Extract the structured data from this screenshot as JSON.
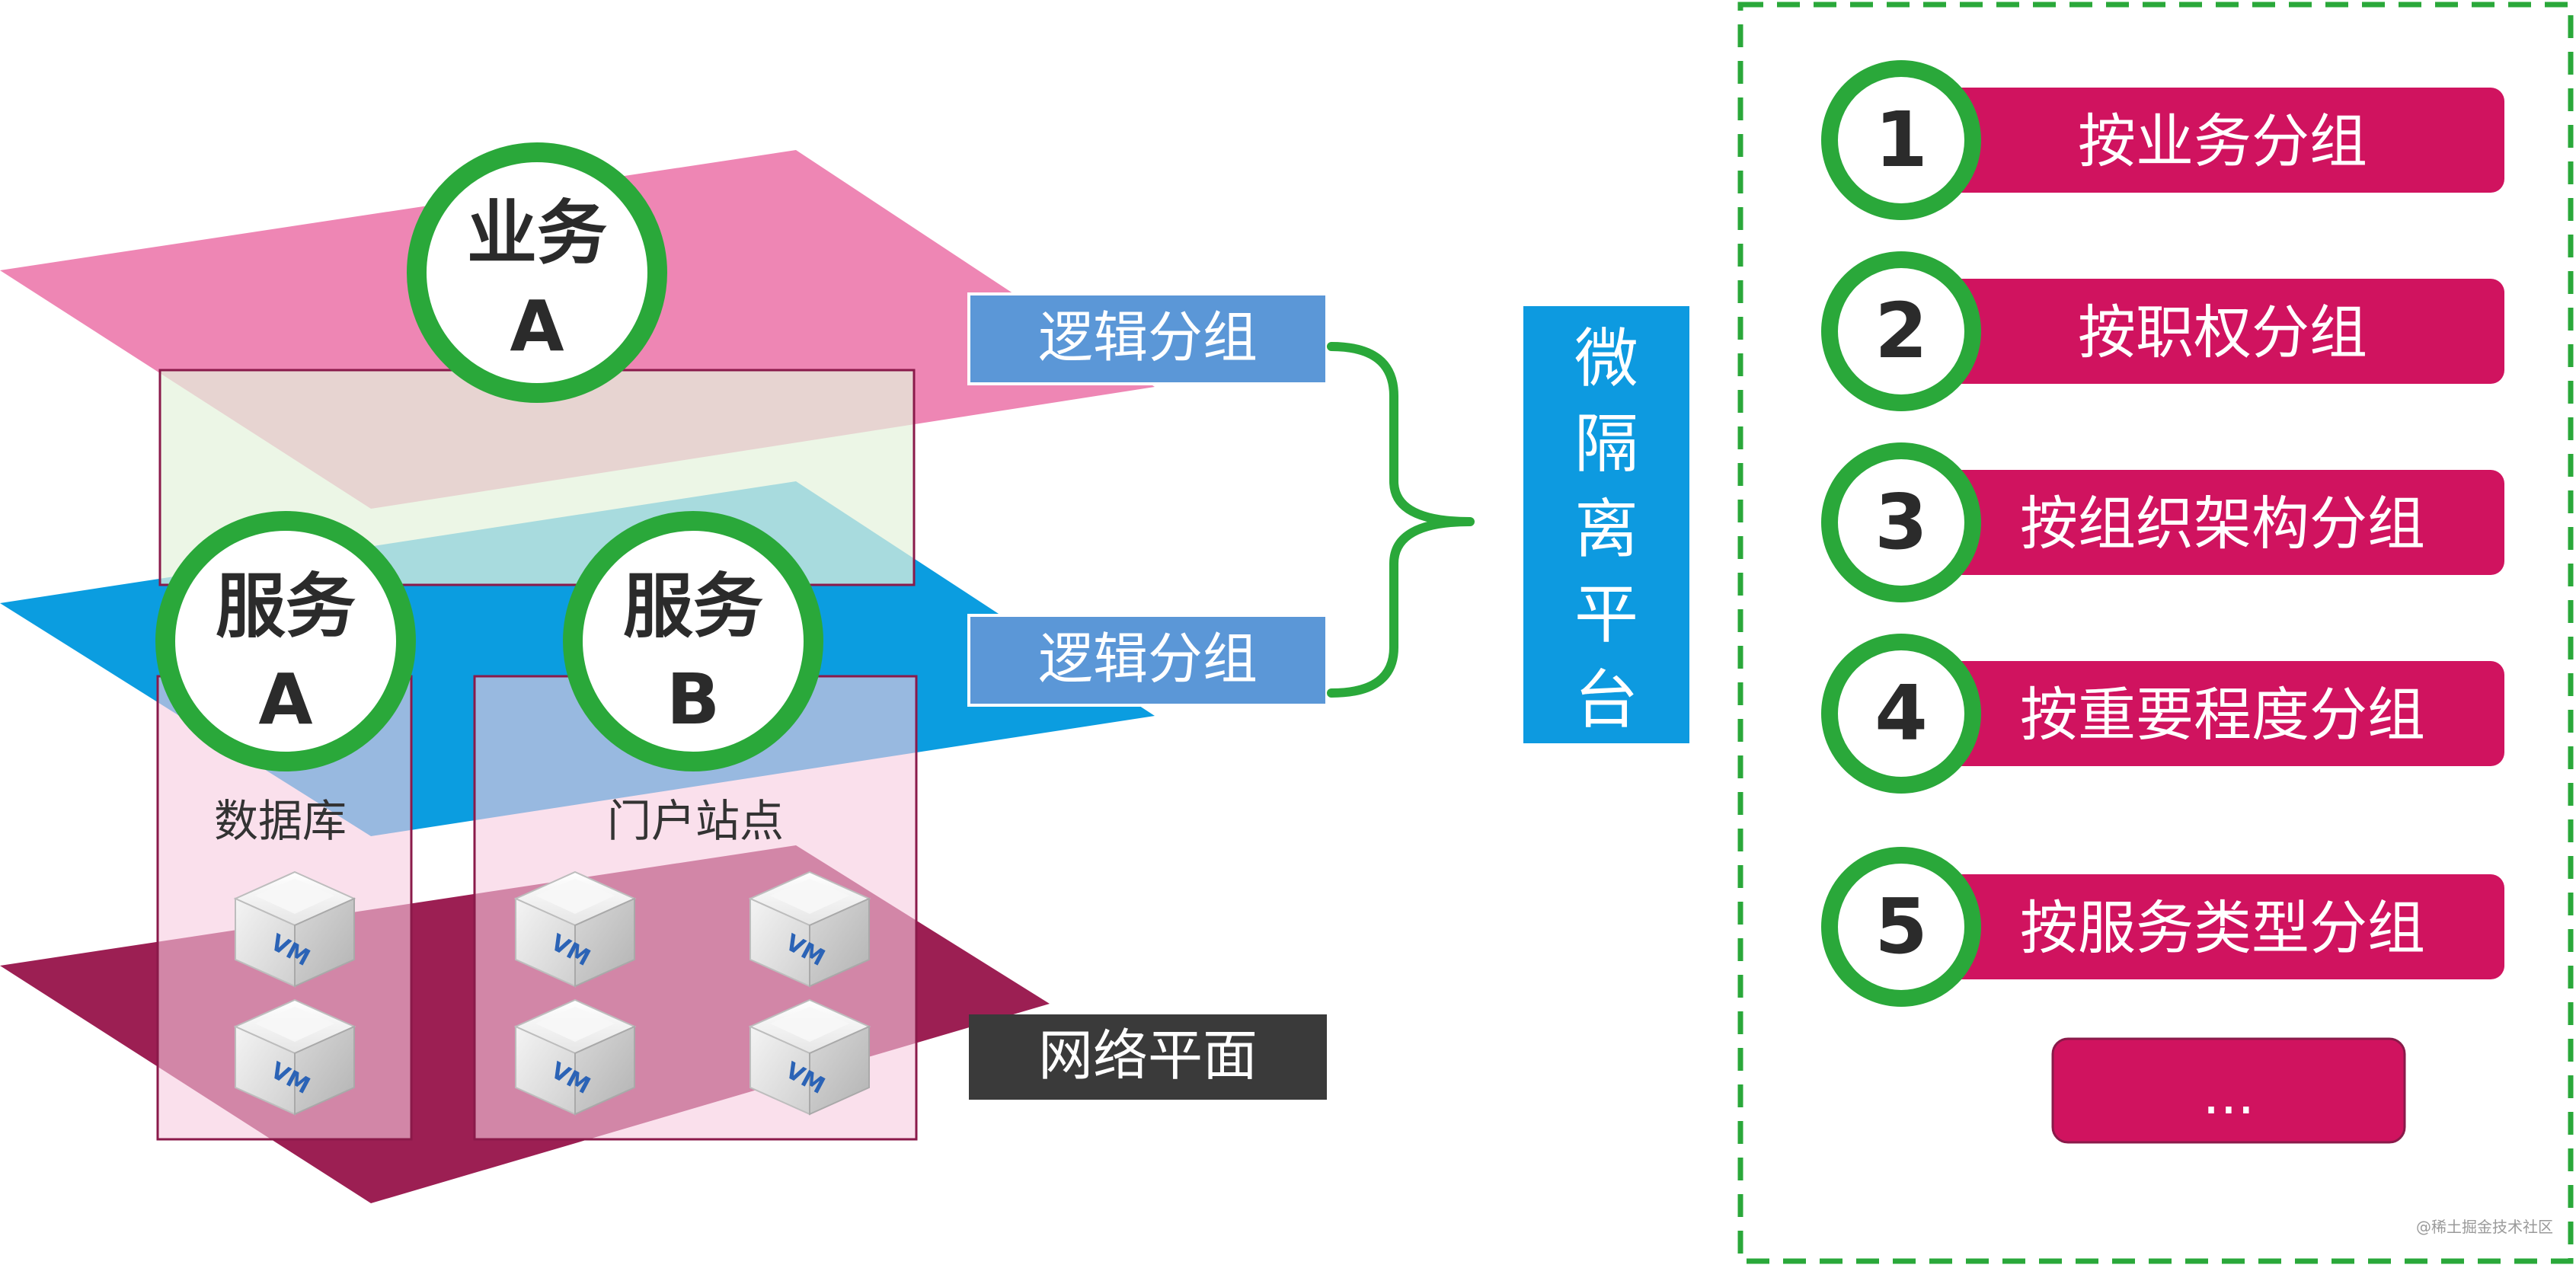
{
  "colors": {
    "business_plane": "#ee86b4",
    "service_plane": "#0b9de0",
    "network_plane": "#9c1f53",
    "green": "#2aa83a",
    "label_blue": "#5b97d7",
    "dark_label": "#3a3a3a",
    "platform_blue": "#0d9ae0",
    "magenta": "#d0135f",
    "box_outline": "#8a1a4a"
  },
  "left_diagram": {
    "business": {
      "line1": "业务",
      "line2": "A"
    },
    "service_a": {
      "line1": "服务",
      "line2": "A"
    },
    "service_b": {
      "line1": "服务",
      "line2": "B"
    },
    "database_label": "数据库",
    "portal_label": "门户站点",
    "vm_label": "VM",
    "logical_group_top": "逻辑分组",
    "logical_group_bottom": "逻辑分组",
    "network_plane_label": "网络平面"
  },
  "platform": {
    "chars": [
      "微",
      "隔",
      "离",
      "平",
      "台"
    ]
  },
  "grouping_list": {
    "items": [
      {
        "num": "1",
        "label": "按业务分组"
      },
      {
        "num": "2",
        "label": "按职权分组"
      },
      {
        "num": "3",
        "label": "按组织架构分组"
      },
      {
        "num": "4",
        "label": "按重要程度分组"
      },
      {
        "num": "5",
        "label": "按服务类型分组"
      }
    ],
    "more_label": "..."
  },
  "watermark": "@稀土掘金技术社区"
}
